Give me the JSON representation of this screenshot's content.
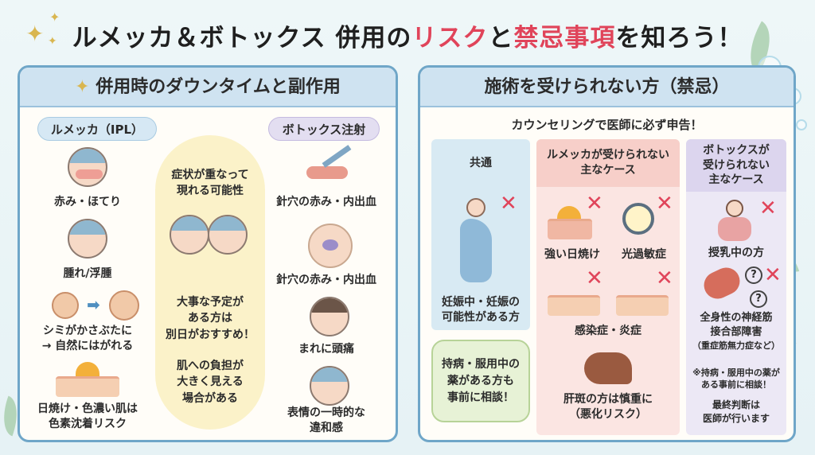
{
  "title": {
    "part1": "ルメッカ＆ボトックス 併用の",
    "red1": "リスク",
    "part2": "と",
    "red2": "禁忌事項",
    "part3": "を知ろう！"
  },
  "left": {
    "heading": "併用時のダウンタイムと副作用",
    "lumecca_tag": "ルメッカ（IPL）",
    "botox_tag": "ボトックス注射",
    "lumecca_items": [
      "赤み・ほてり",
      "腫れ/浮腫",
      "シミがかさぶたに\n→ 自然にはがれる",
      "日焼け・色濃い肌は\n色素沈着リスク"
    ],
    "center": {
      "overlap": "症状が重なって\n現れる可能性",
      "schedule": "大事な予定が\nある方は\n別日がおすすめ！",
      "burden": "肌への負担が\n大きく見える\n場合がある"
    },
    "botox_items": [
      "針穴の赤み・内出血",
      "針穴の赤み・内出血",
      "まれに頭痛",
      "表情の一時的な\n違和感"
    ]
  },
  "right": {
    "heading": "施術を受けられない方（禁忌）",
    "subheading": "カウンセリングで医師に必ず申告！",
    "common": {
      "header": "共通",
      "item": "妊娠中・妊娠の\n可能性がある方",
      "consult": "持病・服用中の\n薬がある方も\n事前に相談！"
    },
    "lumecca": {
      "header": "ルメッカが受けられない\n主なケース",
      "items": [
        "強い日焼け",
        "光過敏症",
        "感染症・炎症",
        "肝斑の方は慎重に\n（悪化リスク）"
      ]
    },
    "botox": {
      "header": "ボトックスが\n受けられない\n主なケース",
      "item1": "授乳中の方",
      "item2": "全身性の神経筋\n接合部障害",
      "item2_note": "（重症筋無力症など）",
      "note1": "※持病・服用中の薬が\nある事前に相談！",
      "note2": "最終判断は\n医師が行います"
    }
  },
  "colors": {
    "accent_red": "#e0445a",
    "panel_border": "#6fa6c8",
    "panel_head": "#cfe3f1",
    "oval": "#fbf2c9"
  }
}
